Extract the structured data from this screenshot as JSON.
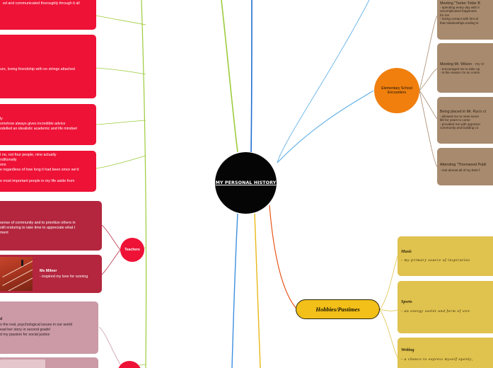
{
  "colors": {
    "central": "#050505",
    "red": "#ee1236",
    "crimson": "#b3263e",
    "pink": "#cb9aa6",
    "orange": "#f07f0e",
    "brown": "#a88a6e",
    "gold": "#e0c24e",
    "green": "#9ccc3c",
    "blue": "#1f6fd1"
  },
  "central": {
    "label": "MY PERSONAL HISTORY"
  },
  "left_nodes": {
    "r1": "ed and communicated thoroughly through it all",
    "r2": "ure, loving friendship with no strings attached",
    "r3a": "ly",
    "r3b": "omehow always gives incredible advice",
    "r3c": "odelled an idealistic academic and life mindset",
    "r4a": "I no, not four people, nine actually",
    "r4b": "nditionally",
    "r4c": "ons",
    "r4d": "e regardless of how long it had been since we'd",
    "r4e": "e most important people in my life aside from",
    "teachers_label": "Teachers",
    "t1a": "sense of community and to prioritize others in",
    "t1b": "still enduring to take time to appreciate what I",
    "t1c": "ment",
    "t2_title": "Ms Milner",
    "t2_body": "- inspired my love for running",
    "p1a": "d",
    "p1b": "o the real, psychological issues in our world",
    "p1c": "ead her story in second grade!",
    "p1d": "d my passion for social justice"
  },
  "elementary": {
    "label": "Elementary School Encounters",
    "e1_title": "Meeting \"Teeter-Totter B",
    "e1_body": "- spending every day with h\nuncomplicated happiness\nfor me\n- losing contact with him al\nthat relationships ending is",
    "e2_title": "Meeting Mr. Wilson",
    "e2_suffix": "- my el",
    "e2_body": "- encouraged me to take up\n- is the reason I'm so comm",
    "e3_title": "Being placed in Mr. Ryu's cl",
    "e3_body": "- allowed me to meet sever\nlife for years to come\n- provided me with opportun\ncommunity and building co",
    "e4_title": "Attending \"Thornwood Publi",
    "e4_body": "- met almost all of my best f"
  },
  "hobbies": {
    "label": "Hobbies/Pastimes",
    "h1_title": "Music",
    "h1_body": "- my primary source of inspiration",
    "h2_title": "Sports",
    "h2_body": "- an energy outlet and form of stre",
    "h3_title": "Writing",
    "h3_body": "- a chance to express myself openly,"
  }
}
